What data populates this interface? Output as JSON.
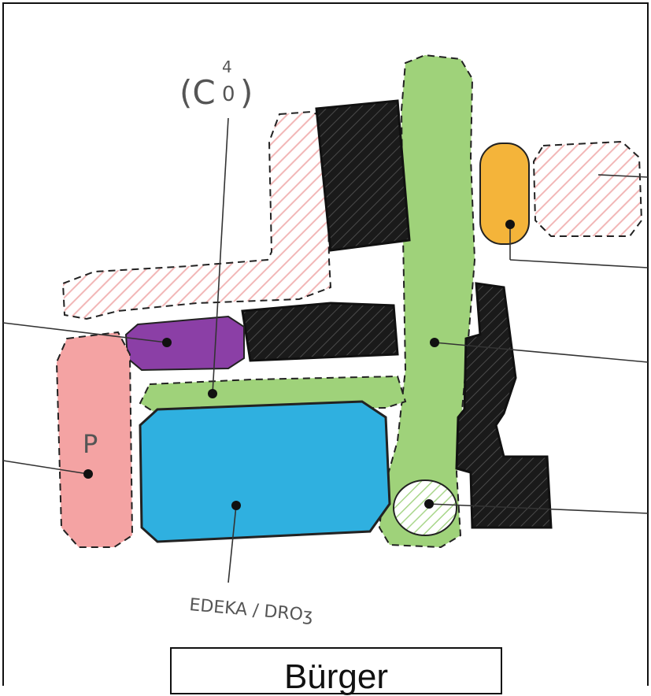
{
  "labels": {
    "co": "(C",
    "co_sup": "4",
    "co_sub": "0",
    "co_close": ")",
    "parking": "P",
    "edeka": "EDEKA / DROʒ"
  },
  "caption": {
    "text": "Bürger"
  },
  "colors": {
    "green": "#9fd27a",
    "blue": "#2fb0e0",
    "purple": "#8b3fa6",
    "orange": "#f4b43a",
    "pink": "#f4a3a3",
    "hatch_pink": "#f2b7b7",
    "building": "#1a1a1a"
  }
}
